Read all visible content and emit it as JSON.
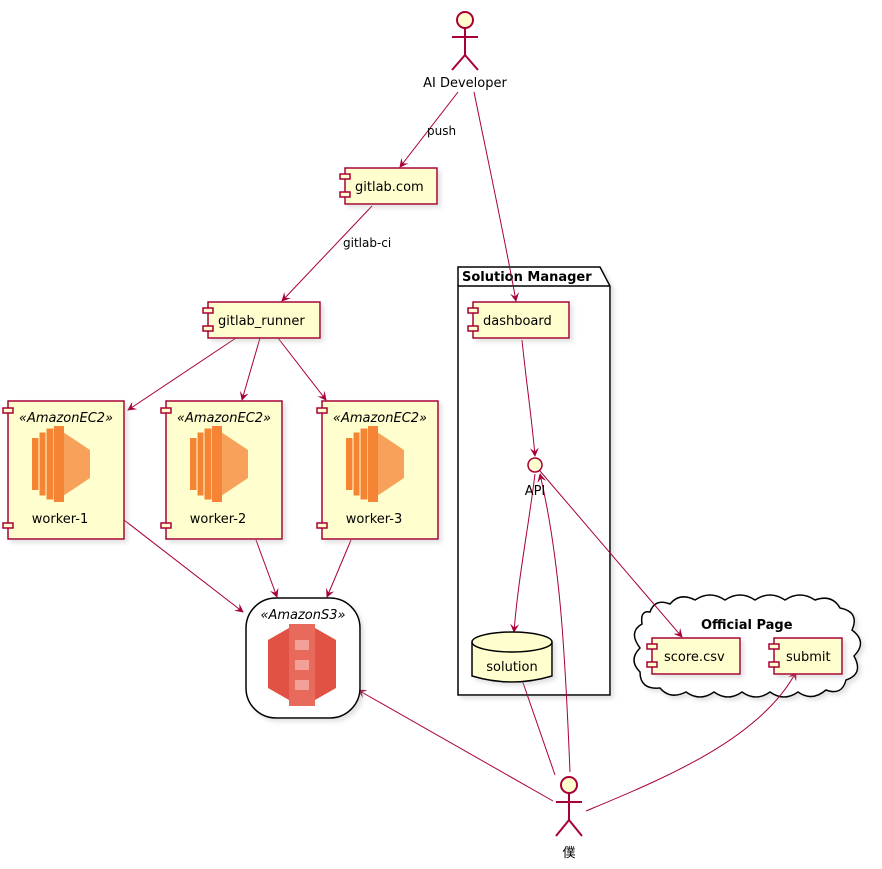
{
  "colors": {
    "node_fill": "#FEFECE",
    "border": "#A80036",
    "ec2_orange": "#F58534",
    "s3_red": "#E05243"
  },
  "actors": {
    "developer": "AI Developer",
    "me": "僕"
  },
  "components": {
    "gitlab_com": "gitlab.com",
    "gitlab_runner": "gitlab_runner",
    "dashboard": "dashboard",
    "score_csv": "score.csv",
    "submit": "submit"
  },
  "workers": [
    {
      "stereotype": "«AmazonEC2»",
      "label": "worker-1"
    },
    {
      "stereotype": "«AmazonEC2»",
      "label": "worker-2"
    },
    {
      "stereotype": "«AmazonEC2»",
      "label": "worker-3"
    }
  ],
  "storage": {
    "stereotype": "«AmazonS3»"
  },
  "solution_manager": {
    "title": "Solution Manager",
    "api": "API",
    "database": "solution"
  },
  "official_page": {
    "title": "Official Page"
  },
  "edges": {
    "push": "push",
    "gitlab_ci": "gitlab-ci"
  }
}
